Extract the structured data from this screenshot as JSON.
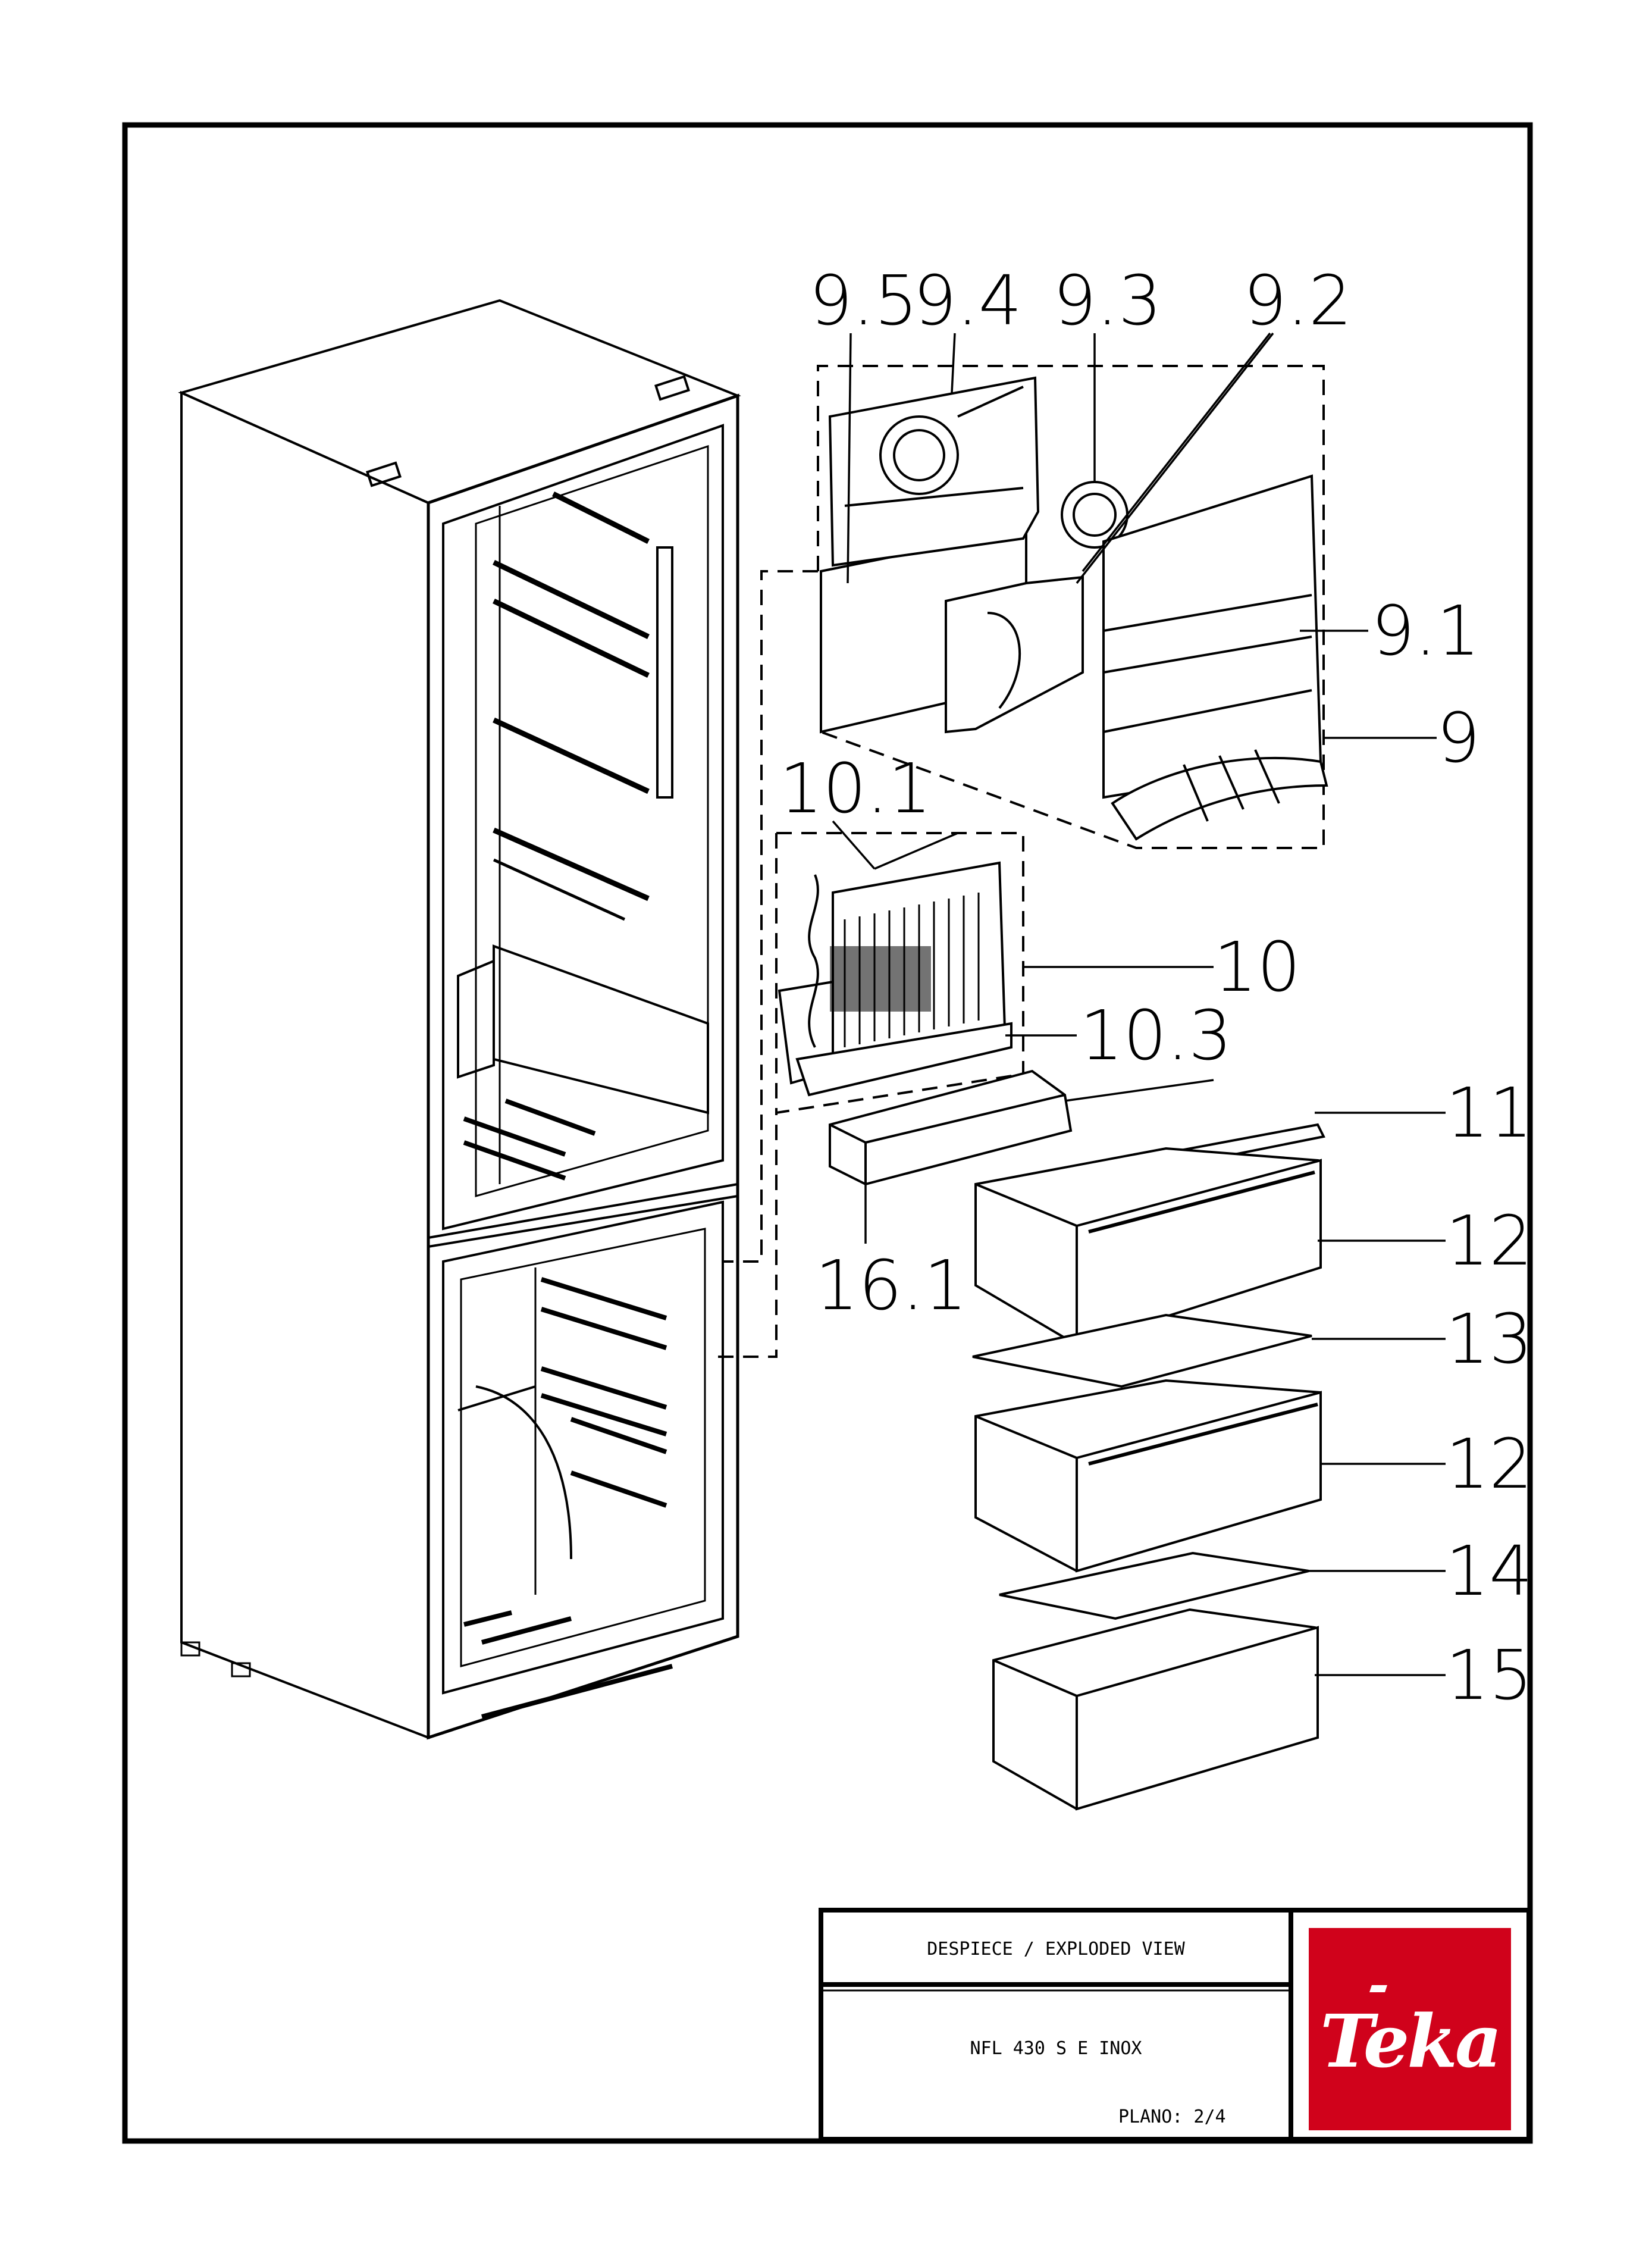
{
  "sheet": {
    "callouts": [
      {
        "id": "9.5",
        "label": "9.5"
      },
      {
        "id": "9.4",
        "label": "9.4"
      },
      {
        "id": "9.3",
        "label": "9.3"
      },
      {
        "id": "9.2",
        "label": "9.2"
      },
      {
        "id": "9.1",
        "label": "9.1"
      },
      {
        "id": "9",
        "label": "9"
      },
      {
        "id": "10.1",
        "label": "10.1"
      },
      {
        "id": "10",
        "label": "10"
      },
      {
        "id": "10.3",
        "label": "10.3"
      },
      {
        "id": "11",
        "label": "11"
      },
      {
        "id": "16.1",
        "label": "16.1"
      },
      {
        "id": "12a",
        "label": "12"
      },
      {
        "id": "13",
        "label": "13"
      },
      {
        "id": "12b",
        "label": "12"
      },
      {
        "id": "14",
        "label": "14"
      },
      {
        "id": "15",
        "label": "15"
      }
    ]
  },
  "title_block": {
    "title": "DESPIECE / EXPLODED VIEW",
    "model": "NFL 430 S E INOX",
    "sheet_number": "PLANO: 2/4",
    "brand": "Teka",
    "brand_color": "#d0021b"
  }
}
